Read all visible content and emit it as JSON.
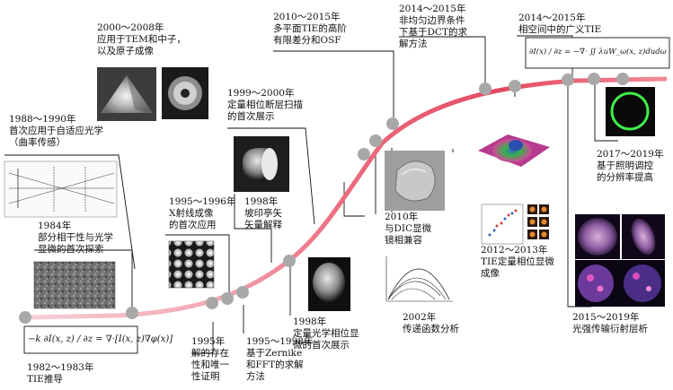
{
  "milestones": [
    {
      "date": "1982～1983年",
      "text": "TIE推导"
    },
    {
      "date": "1984年",
      "text": "部分相干性与光学\n显微的首次探索"
    },
    {
      "date": "1988～1990年",
      "text": "首次应用于自适应光学\n（曲率传感）"
    },
    {
      "date": "2000～2008年",
      "text": "应用于TEM和中子，\n以及原子成像"
    },
    {
      "date": "1995～1996年",
      "text": "X射线成像\n的首次应用"
    },
    {
      "date": "1995年",
      "text": "解的存在\n性和唯一\n性证明"
    },
    {
      "date": "1995～1998年",
      "text": "基于Zernike\n和FFT的求解\n方法"
    },
    {
      "date": "1998年",
      "text": "坡印亭矢\n矢量解释"
    },
    {
      "date": "1999～2000年",
      "text": "定量相位断层扫描\n的首次展示"
    },
    {
      "date": "1998年",
      "text": "定量光学相位显\n微的首次展示"
    },
    {
      "date": "2010～2015年",
      "text": "多平面TIE的高阶\n有限差分和OSF"
    },
    {
      "date": "2010年",
      "text": "与DIC显微\n镜相兼容"
    },
    {
      "date": "2002年",
      "text": "传递函数分析"
    },
    {
      "date": "2014～2015年",
      "text": "非均匀边界条件\n下基于DCT的求\n解方法"
    },
    {
      "date": "2012～2013年",
      "text": "TIE定量相位显微\n成像"
    },
    {
      "date": "2014～2015年",
      "text": "相空间中的广义TIE"
    },
    {
      "date": "2017～2019年",
      "text": "基于照明调控\n的分辨率提高"
    },
    {
      "date": "2015～2019年",
      "text": "光强传输衍射层析"
    }
  ],
  "equations": {
    "tie_lhs": "−k ∂I(x, z) / ∂z",
    "tie_rhs": "= ∇·[I(x, z)∇φ(x)]",
    "gtie_lhs": "∂I(x) / ∂z",
    "gtie_rhs": "= −∇· ∬ λuW_ω(x, z)dudω"
  },
  "colors": {
    "curve_light": "#f4c4cc",
    "curve_mid": "#ee8896",
    "curve_strong": "#e6495f",
    "node": "#a8a8a8",
    "connector": "#111111"
  }
}
